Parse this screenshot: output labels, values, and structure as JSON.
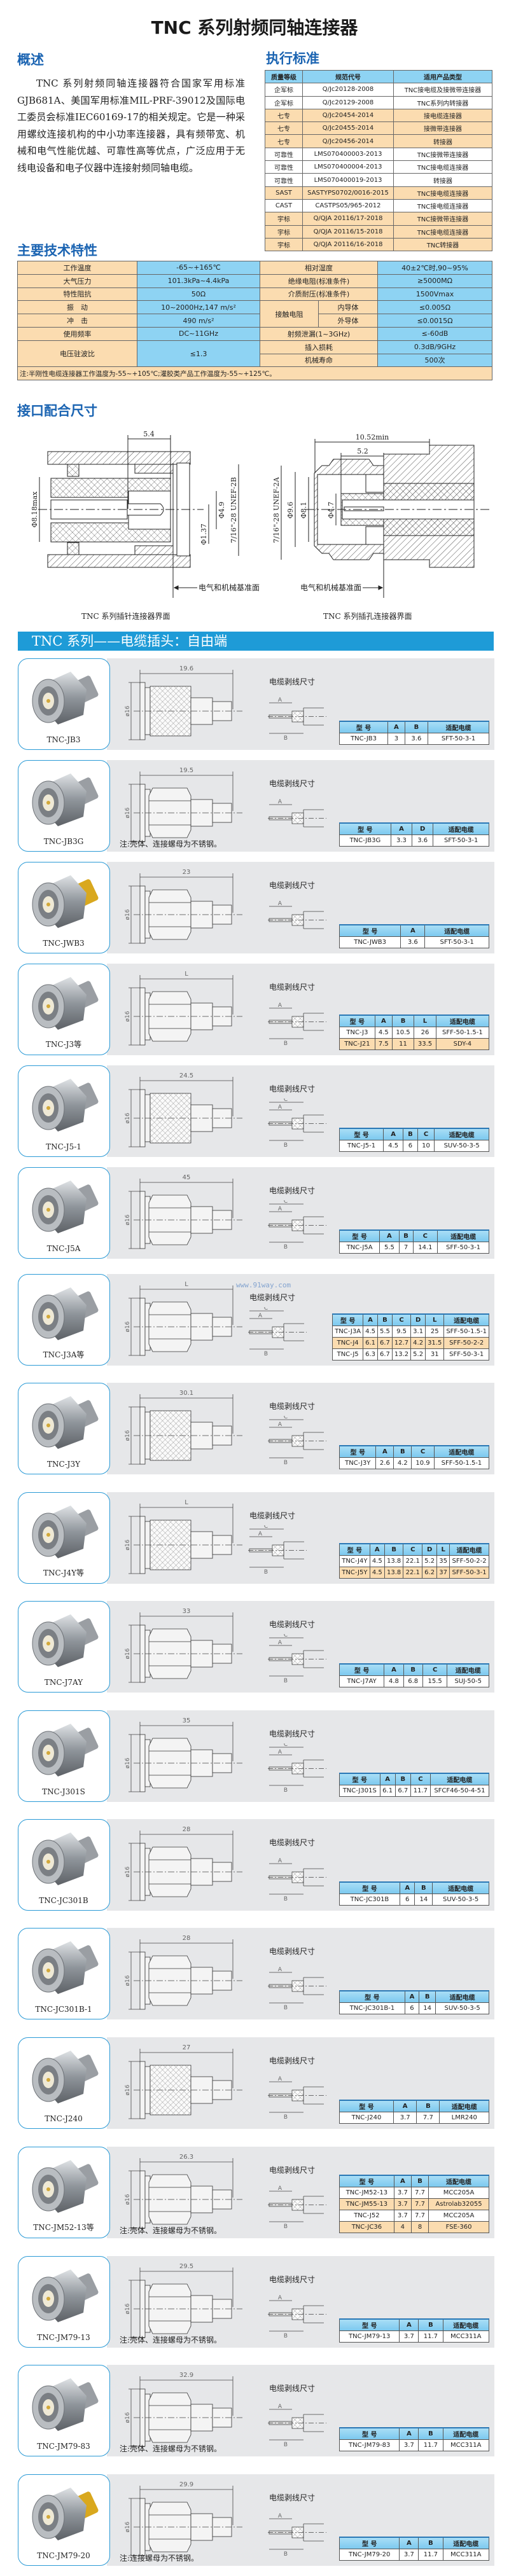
{
  "title": "TNC 系列射频同轴连接器",
  "overview": {
    "heading": "概述",
    "text": "TNC 系列射频同轴连接器符合国家军用标准GJB681A、美国军用标准MIL-PRF-39012及国际电工委员会标准IEC60169-17的相关规定。它是一种采用螺纹连接机构的中小功率连接器，具有频带宽、机械和电气性能优越、可靠性高等优点，广泛应用于无线电设备和电子仪器中连接射频同轴电缆。"
  },
  "standards": {
    "heading": "执行标准",
    "headers": [
      "质量等级",
      "规范代号",
      "适用产品类型"
    ],
    "rows": [
      [
        "企军标",
        "Q/Jc20128-2008",
        "TNC接电缆及接微带连接器"
      ],
      [
        "企军标",
        "Q/Jc20129-2008",
        "TNC系列内转接器"
      ],
      [
        "七专",
        "Q/Jc20454-2014",
        "接电缆连接器"
      ],
      [
        "七专",
        "Q/Jc20455-2014",
        "接微带连接器"
      ],
      [
        "七专",
        "Q/Jc20456-2014",
        "转接器"
      ],
      [
        "可靠性",
        "LMS070400003-2013",
        "TNC接微带连接器"
      ],
      [
        "可靠性",
        "LMS070400004-2013",
        "TNC接电缆连接器"
      ],
      [
        "可靠性",
        "LMS070400019-2013",
        "转接器"
      ],
      [
        "SAST",
        "SASTYPS0702/0016-2015",
        "TNC接电缆连接器"
      ],
      [
        "CAST",
        "CASTPS05/965-2012",
        "TNC接电缆连接器"
      ],
      [
        "宇标",
        "Q/QJA 20116/17-2018",
        "TNC接微带连接器"
      ],
      [
        "宇标",
        "Q/QJA 20116/15-2018",
        "TNC接电缆连接器"
      ],
      [
        "宇标",
        "Q/QJA 20116/16-2018",
        "TNC转接器"
      ]
    ]
  },
  "specs": {
    "heading": "主要技术特性",
    "working_temp_label": "工作温度",
    "working_temp": "-65~+165℃",
    "humidity_label": "相对湿度",
    "humidity": "40±2℃时,90~95%",
    "pressure_label": "大气压力",
    "pressure": "101.3kPa~4.4kPa",
    "insulation_label": "绝缘电阻(标准条件)",
    "insulation": "≥5000MΩ",
    "impedance_label": "特性阻抗",
    "impedance": "50Ω",
    "dielectric_label": "介质耐压(标准条件)",
    "dielectric": "1500Vmax",
    "vibration_label": "振　动",
    "vibration": "10~2000Hz,147 m/s²",
    "contact_label": "接触电阻",
    "inner_label": "内导体",
    "inner": "≤0.005Ω",
    "shock_label": "冲　击",
    "shock": "490 m/s²",
    "outer_label": "外导体",
    "outer": "≤0.0015Ω",
    "freq_label": "使用频率",
    "freq": "DC~11GHz",
    "leak_label": "射频泄漏(1~3GHz)",
    "leak": "≤-60dB",
    "vswr_label": "电压驻波比",
    "vswr": "≤1.3",
    "loss_label": "插入损耗",
    "loss": "0.3dB/9GHz",
    "life_label": "机械寿命",
    "life": "500次",
    "note": "注:半刚性电缆连接器工作温度为-55~+105℃;灌胶类产品工作温度为-55~+125℃。"
  },
  "interface": {
    "heading": "接口配合尺寸",
    "plug": {
      "caption": "TNC 系列插针连接器界面",
      "dim_len": "5.4",
      "dim_d1": "Φ8.18max",
      "dim_d2": "Φ4.9",
      "dim_d3": "Φ1.37",
      "thread": "7/16\"-28 UNEF-2B",
      "ref": "电气和机械基准面"
    },
    "jack": {
      "caption": "TNC 系列插孔连接器界面",
      "dim_len": "10.52min",
      "dim_len2": "5.2",
      "dim_d1": "Φ9.6",
      "dim_d2": "Φ8.1",
      "dim_d3": "Φ4.7",
      "thread": "7/16\"-28 UNEF-2A",
      "ref": "电气和机械基准面"
    }
  },
  "banner": "TNC 系列——电缆插头：自由端",
  "watermark": "www.91way.com",
  "products_common": {
    "strip_label": "电缆剥线尺寸",
    "diameter": "ø16"
  },
  "products": [
    {
      "model": "TNC-JB3",
      "dim": "19.6",
      "body": "knurl",
      "strip": [
        "A",
        "B"
      ],
      "headers": [
        "型 号",
        "A",
        "B",
        "适配电缆"
      ],
      "rows": [
        [
          "TNC-JB3",
          "3",
          "3.6",
          "SFT-50-3-1"
        ]
      ]
    },
    {
      "model": "TNC-JB3G",
      "dim": "19.5",
      "body": "hex",
      "strip": [
        "A"
      ],
      "headers": [
        "型 号",
        "A",
        "D",
        "适配电缆"
      ],
      "rows": [
        [
          "TNC-JB3G",
          "3.3",
          "3.6",
          "SFT-50-3-1"
        ]
      ],
      "note": "注:壳体、连接螺母为不锈钢。"
    },
    {
      "model": "TNC-JWB3",
      "dim": "23",
      "body": "hex",
      "gold": true,
      "strip": [
        "A"
      ],
      "headers": [
        "型 号",
        "A",
        "适配电缆"
      ],
      "rows": [
        [
          "TNC-JWB3",
          "3.6",
          "SFT-50-3-1"
        ]
      ]
    },
    {
      "model": "TNC-J3等",
      "dim": "L",
      "body": "hex",
      "strip": [
        "A",
        "B"
      ],
      "headers": [
        "型 号",
        "A",
        "B",
        "L",
        "适配电缆"
      ],
      "rows": [
        [
          "TNC-J3",
          "4.5",
          "10.5",
          "26",
          "SFF-50-1.5-1"
        ],
        [
          "TNC-J21",
          "7.5",
          "11",
          "33.5",
          "SDY-4"
        ]
      ]
    },
    {
      "model": "TNC-J5-1",
      "dim": "24.5",
      "body": "knurl",
      "strip": [
        "A",
        "B",
        "C"
      ],
      "headers": [
        "型 号",
        "A",
        "B",
        "C",
        "适配电缆"
      ],
      "rows": [
        [
          "TNC-J5-1",
          "4.5",
          "6",
          "10",
          "SUV-50-3-5"
        ]
      ]
    },
    {
      "model": "TNC-J5A",
      "dim": "45",
      "body": "hex",
      "strip": [
        "A",
        "B",
        "C"
      ],
      "headers": [
        "型 号",
        "A",
        "B",
        "C",
        "适配电缆"
      ],
      "rows": [
        [
          "TNC-J5A",
          "5.5",
          "7",
          "14.1",
          "SFF-50-3-1"
        ]
      ]
    },
    {
      "model": "TNC-J3A等",
      "dim": "L",
      "body": "hex",
      "strip": [
        "A",
        "B",
        "C"
      ],
      "headers": [
        "型 号",
        "A",
        "B",
        "C",
        "D",
        "L",
        "适配电缆"
      ],
      "rows": [
        [
          "TNC-J3A",
          "4.5",
          "5.5",
          "9.5",
          "3.1",
          "25",
          "SFF-50-1.5-1"
        ],
        [
          "TNC-J4",
          "6.1",
          "6.7",
          "12.7",
          "4.2",
          "31.5",
          "SFF-50-2-2"
        ],
        [
          "TNC-J5",
          "6.3",
          "6.7",
          "13.2",
          "5.2",
          "31",
          "SFF-50-3-1"
        ]
      ]
    },
    {
      "model": "TNC-J3Y",
      "dim": "30.1",
      "body": "knurl",
      "strip": [
        "A",
        "B",
        "C"
      ],
      "headers": [
        "型 号",
        "A",
        "B",
        "C",
        "适配电缆"
      ],
      "rows": [
        [
          "TNC-J3Y",
          "2.6",
          "4.2",
          "10.9",
          "SFF-50-1.5-1"
        ]
      ]
    },
    {
      "model": "TNC-J4Y等",
      "dim": "L",
      "body": "knurl",
      "strip": [
        "A",
        "B",
        "C"
      ],
      "headers": [
        "型 号",
        "A",
        "B",
        "C",
        "D",
        "L",
        "适配电缆"
      ],
      "rows": [
        [
          "TNC-J4Y",
          "4.5",
          "13.8",
          "22.1",
          "5.2",
          "35",
          "SFF-50-2-2"
        ],
        [
          "TNC-J5Y",
          "4.5",
          "13.8",
          "22.1",
          "6.2",
          "37",
          "SFF-50-3-1"
        ]
      ]
    },
    {
      "model": "TNC-J7AY",
      "dim": "33",
      "body": "hex",
      "strip": [
        "A",
        "B",
        "C"
      ],
      "headers": [
        "型 号",
        "A",
        "B",
        "C",
        "适配电缆"
      ],
      "rows": [
        [
          "TNC-J7AY",
          "4.8",
          "6.8",
          "15.5",
          "SUJ-50-5"
        ]
      ]
    },
    {
      "model": "TNC-J301S",
      "dim": "35",
      "body": "hex",
      "strip": [
        "A",
        "B",
        "C"
      ],
      "headers": [
        "型 号",
        "A",
        "B",
        "C",
        "适配电缆"
      ],
      "rows": [
        [
          "TNC-J301S",
          "6.1",
          "6.7",
          "11.7",
          "SFCF46-50-4-51"
        ]
      ]
    },
    {
      "model": "TNC-JC301B",
      "dim": "28",
      "body": "hex",
      "strip": [
        "A",
        "B"
      ],
      "headers": [
        "型 号",
        "A",
        "B",
        "适配电缆"
      ],
      "rows": [
        [
          "TNC-JC301B",
          "6",
          "14",
          "SUV-50-3-5"
        ]
      ]
    },
    {
      "model": "TNC-JC301B-1",
      "dim": "28",
      "body": "hex",
      "strip": [
        "A",
        "B"
      ],
      "headers": [
        "型 号",
        "A",
        "B",
        "适配电缆"
      ],
      "rows": [
        [
          "TNC-JC301B-1",
          "6",
          "14",
          "SUV-50-3-5"
        ]
      ]
    },
    {
      "model": "TNC-J240",
      "dim": "27",
      "body": "knurl",
      "strip": [
        "A",
        "B"
      ],
      "headers": [
        "型 号",
        "A",
        "B",
        "适配电缆"
      ],
      "rows": [
        [
          "TNC-J240",
          "3.7",
          "7.7",
          "LMR240"
        ]
      ]
    },
    {
      "model": "TNC-JM52-13等",
      "dim": "26.3",
      "body": "hex",
      "strip": [
        "A",
        "B"
      ],
      "headers": [
        "型 号",
        "A",
        "B",
        "适配电缆"
      ],
      "rows": [
        [
          "TNC-JM52-13",
          "3.7",
          "7.7",
          "MCC205A"
        ],
        [
          "TNC-JM55-13",
          "3.7",
          "7.7",
          "Astrolab32055"
        ],
        [
          "TNC-J52",
          "3.7",
          "7.7",
          "MCC205A"
        ],
        [
          "TNC-JC36",
          "4",
          "8",
          "FSE-360"
        ]
      ],
      "note": "注:壳体、连接螺母为不锈钢。"
    },
    {
      "model": "TNC-JM79-13",
      "dim": "29.5",
      "body": "hex",
      "strip": [
        "A",
        "B"
      ],
      "headers": [
        "型 号",
        "A",
        "B",
        "适配电缆"
      ],
      "rows": [
        [
          "TNC-JM79-13",
          "3.7",
          "11.7",
          "MCC311A"
        ]
      ],
      "note": "注:壳体、连接螺母为不锈钢。"
    },
    {
      "model": "TNC-JM79-83",
      "dim": "32.9",
      "body": "hex",
      "strip": [
        "A",
        "B"
      ],
      "headers": [
        "型 号",
        "A",
        "B",
        "适配电缆"
      ],
      "rows": [
        [
          "TNC-JM79-83",
          "3.7",
          "11.7",
          "MCC311A"
        ]
      ],
      "note": "注:壳体、连接螺母为不锈钢。"
    },
    {
      "model": "TNC-JM79-20",
      "dim": "29.9",
      "body": "hex",
      "gold": true,
      "strip": [
        "A",
        "B"
      ],
      "headers": [
        "型 号",
        "A",
        "B",
        "适配电缆"
      ],
      "rows": [
        [
          "TNC-JM79-20",
          "3.7",
          "11.7",
          "MCC311A"
        ]
      ],
      "note": "注:连接螺母为不锈钢。"
    }
  ]
}
